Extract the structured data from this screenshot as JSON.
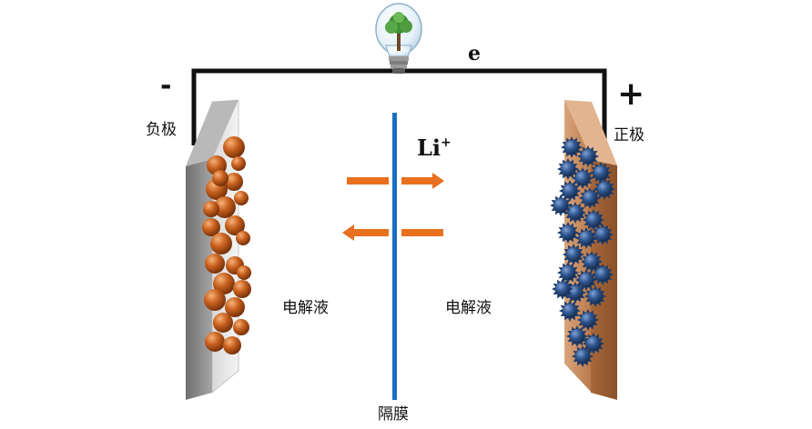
{
  "labels": {
    "electron": "e",
    "negative_sign": "-",
    "positive_sign": "+",
    "negative_electrode": "负极",
    "positive_electrode": "正极",
    "ion": "Li",
    "ion_charge": "+",
    "electrolyte_left": "电解液",
    "electrolyte_right": "电解液",
    "separator": "隔膜"
  },
  "colors": {
    "wire": "#111111",
    "separator": "#1b6fc4",
    "arrow": "#e8701e",
    "anode_plate": "#8c8c8c",
    "anode_particles": "#b7541a",
    "cathode_plate": "#c98a5a",
    "cathode_particles": "#2c4f86"
  },
  "icons": {
    "bulb": "light-bulb-icon"
  }
}
